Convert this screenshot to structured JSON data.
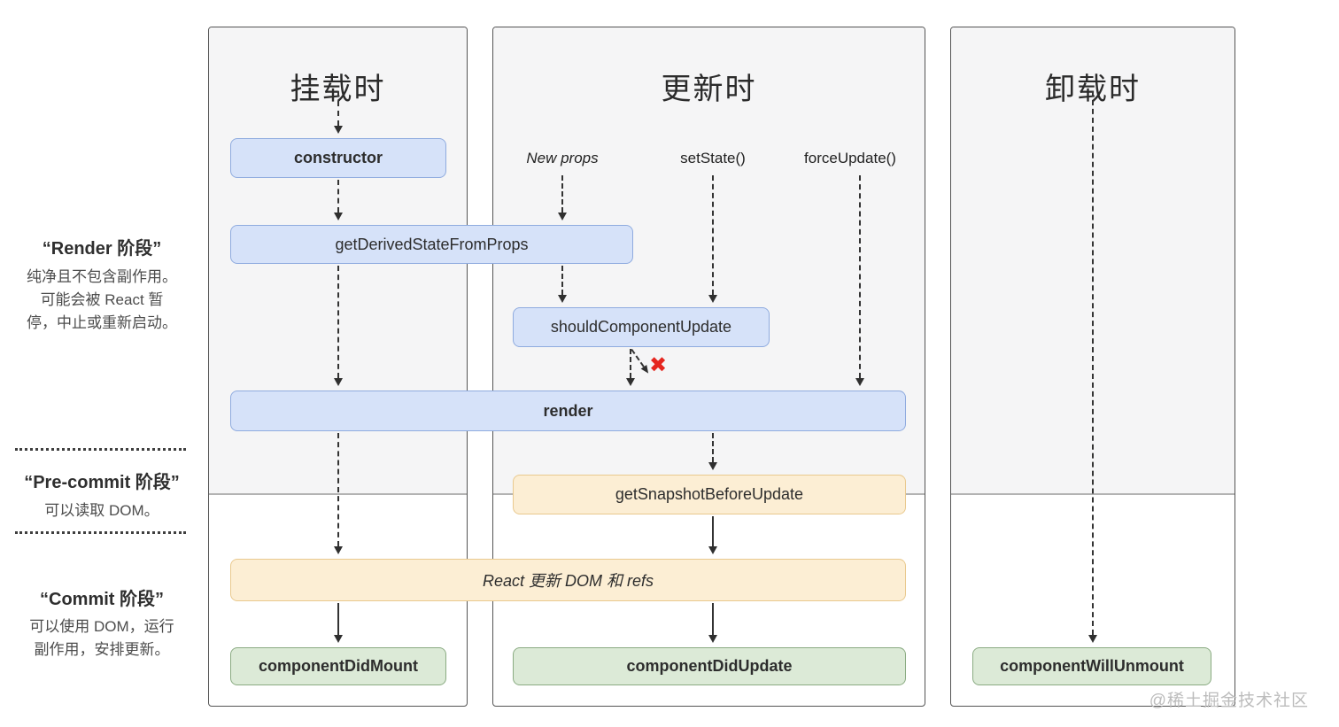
{
  "sidebar": {
    "render_phase": {
      "title": "“Render 阶段”",
      "desc": "纯净且不包含副作用。\n可能会被 React 暂\n停，中止或重新启动。"
    },
    "precommit_phase": {
      "title": "“Pre-commit 阶段”",
      "desc": "可以读取 DOM。"
    },
    "commit_phase": {
      "title": "“Commit 阶段”",
      "desc": "可以使用 DOM，运行\n副作用，安排更新。"
    }
  },
  "columns": {
    "mounting": {
      "title": "挂载时"
    },
    "updating": {
      "title": "更新时"
    },
    "unmounting": {
      "title": "卸载时"
    }
  },
  "triggers": {
    "new_props": "New props",
    "set_state": "setState()",
    "force_update": "forceUpdate()"
  },
  "nodes": {
    "constructor": "constructor",
    "get_derived_state_from_props": "getDerivedStateFromProps",
    "should_component_update": "shouldComponentUpdate",
    "render": "render",
    "get_snapshot_before_update": "getSnapshotBeforeUpdate",
    "react_updates": "React 更新 DOM 和 refs",
    "component_did_mount": "componentDidMount",
    "component_did_update": "componentDidUpdate",
    "component_will_unmount": "componentWillUnmount"
  },
  "marks": {
    "cancel": "✖"
  },
  "watermark": "@稀土掘金技术社区",
  "colors": {
    "page_bg": "#ffffff",
    "column_bg_top": "#f5f5f6",
    "column_bg_bottom": "#ffffff",
    "column_border": "#545454",
    "divider": "#b3b3b3",
    "blue_fill": "#d6e2f9",
    "blue_border": "#8fabdf",
    "orange_fill": "#fceed4",
    "orange_border": "#e9c98e",
    "green_fill": "#dcead7",
    "green_border": "#8aab82",
    "arrow": "#333333",
    "text_dark": "#2d2d2d",
    "text_side": "#4c4c4c",
    "red_x": "#e5261f",
    "watermark": "#bcbcbc"
  }
}
